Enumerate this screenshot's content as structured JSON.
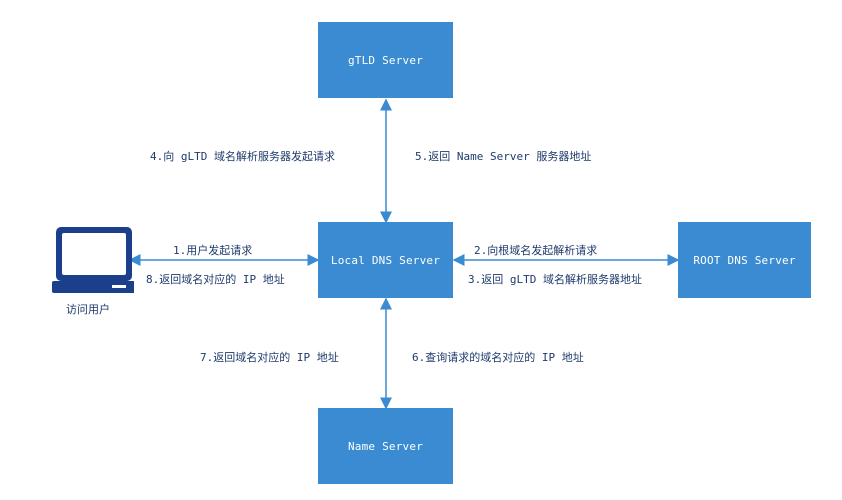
{
  "nodes": {
    "gtld": "gTLD Server",
    "local": "Local DNS Server",
    "root": "ROOT DNS Server",
    "name": "Name Server",
    "user": "访问用户"
  },
  "edges": {
    "e1": "1.用户发起请求",
    "e2": "2.向根域名发起解析请求",
    "e3": "3.返回 gLTD 域名解析服务器地址",
    "e4": "4.向 gLTD 域名解析服务器发起请求",
    "e5": "5.返回 Name Server 服务器地址",
    "e6": "6.查询请求的域名对应的 IP 地址",
    "e7": "7.返回域名对应的 IP 地址",
    "e8": "8.返回域名对应的 IP 地址"
  },
  "colors": {
    "box": "#3a8bd1",
    "arrow": "#3a8bd1",
    "monitor": "#1b3f8a"
  }
}
